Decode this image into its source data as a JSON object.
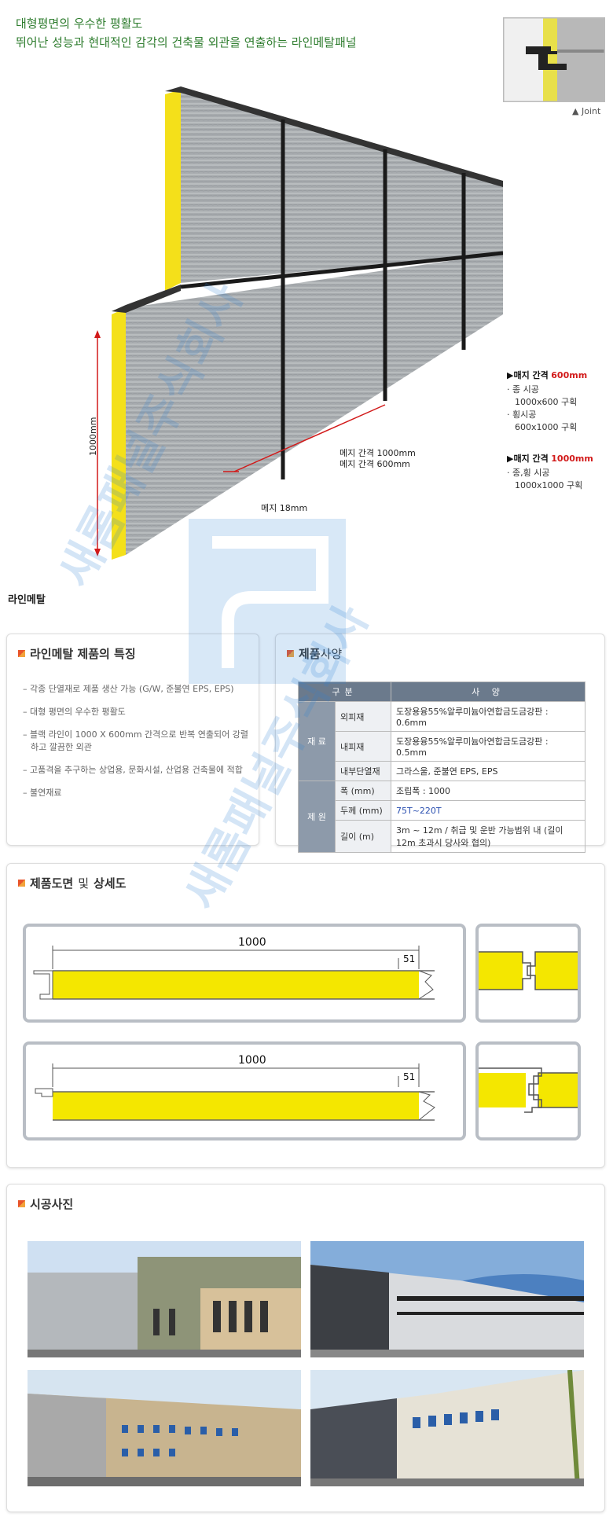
{
  "headline": {
    "line1": "대형평면의 우수한 평활도",
    "line2": "뛰어난 성능과 현대적인 감각의 건축물 외관을 연출하는 라인메탈패널"
  },
  "joint_label": "▲ Joint",
  "panel_diagram": {
    "height_label": "1000mm",
    "gap_label": "메지 18mm",
    "spacing_line1": "메지 간격 1000mm",
    "spacing_line2": "메지 간격 600mm"
  },
  "spec_notes": {
    "a_title": "▶매지 간격",
    "a_value": "600mm",
    "a_l1": "· 종 시공",
    "a_l2": "1000x600 구획",
    "a_l3": "· 횡시공",
    "a_l4": "600x1000 구획",
    "b_title": "▶매지 간격",
    "b_value": "1000mm",
    "b_l1": "· 종,횡 시공",
    "b_l2": "1000x1000 구획"
  },
  "product_name": "라인메탈",
  "watermark": "새롬패널주식회사",
  "features": {
    "title": "라인메탈 제품의 특징",
    "items": [
      "– 각종 단열재로 제품 생산 가능 (G/W, 준불연 EPS, EPS)",
      "– 대형 평면의 우수한 평활도",
      "– 블랙 라인이 1000 X 600mm 간격으로 반복 연출되어 강렬하고 깔끔한 외관",
      "– 고품격을 추구하는 상업용, 문화시설, 산업용 건축물에 적합",
      "– 불연재료"
    ]
  },
  "specs": {
    "title_a": "제품",
    "title_b": "사양",
    "head1": "구분",
    "head2": "사 양",
    "grp1": "재 료",
    "grp2": "제 원",
    "rows": [
      {
        "label": "외피재",
        "value": "도장용융55%알루미늄아연합금도금강판 : 0.6mm"
      },
      {
        "label": "내피재",
        "value": "도장용융55%알루미늄아연합금도금강판 : 0.5mm"
      },
      {
        "label": "내부단열재",
        "value": "그라스울, 준불연 EPS, EPS"
      },
      {
        "label": "폭 (mm)",
        "value": "조립폭 : 1000"
      },
      {
        "label": "두께 (mm)",
        "value": "75T~220T"
      },
      {
        "label": "길이 (m)",
        "value": "3m ~ 12m / 취급 및 운반 가능범위 내 (길이 12m 초과시 당사와 협의)"
      }
    ]
  },
  "drawing": {
    "title_a": "제품도면",
    "title_b": "및",
    "title_c": "상세도",
    "width_label": "1000",
    "joint_label": "51"
  },
  "photos": {
    "title": "시공사진"
  },
  "colors": {
    "headline_green": "#2f7d2f",
    "insulation_yellow": "#f4e01a",
    "accent_red": "#d21a1a",
    "table_header": "#6b7a8c"
  }
}
